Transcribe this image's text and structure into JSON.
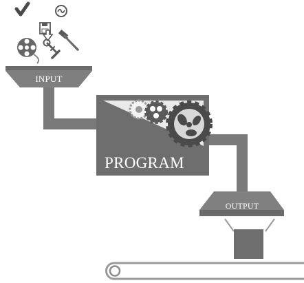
{
  "labels": {
    "input": "INPUT",
    "program": "PROGRAM",
    "output": "OUTPUT"
  },
  "icons": [
    "checkmark-icon",
    "clock-icon",
    "floppy-disk-icon",
    "down-arrow-icon",
    "film-reel-icon",
    "screwdriver-icon",
    "wrench-icon",
    "hammer-icon",
    "gear-icon"
  ],
  "colors": {
    "pipe": "#7a7a7a",
    "funnel": "#808080",
    "program_box": "#707070",
    "program_light": "#e8e8e8",
    "belt": "#a0a0a0",
    "icon_dark": "#555555"
  }
}
